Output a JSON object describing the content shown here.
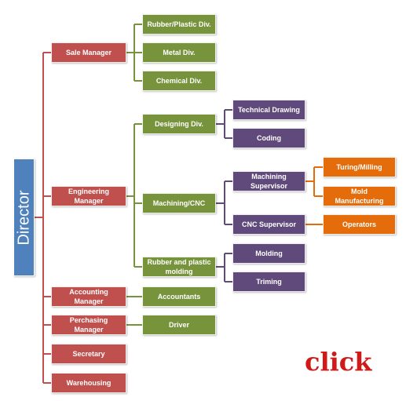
{
  "director": "Director",
  "managers": {
    "sale": "Sale Manager",
    "engineering": "Engineering Manager",
    "accounting": "Accounting Manager",
    "purchasing": "Perchasing Manager",
    "secretary": "Secretary",
    "warehousing": "Warehousing"
  },
  "divisions": {
    "rubber_plastic": "Rubber/Plastic Div.",
    "metal": "Metal Div.",
    "chemical": "Chemical Div.",
    "designing": "Designing Div.",
    "machining_cnc": "Machining/CNC",
    "rubber_and_plastic_molding": "Rubber and plastic molding",
    "accountants": "Accountants",
    "driver": "Driver"
  },
  "teams": {
    "technical_drawing": "Technical Drawing",
    "coding": "Coding",
    "machining_supervisor": "Machining Supervisor",
    "cnc_supervisor": "CNC Supervisor",
    "molding": "Molding",
    "triming": "Triming"
  },
  "operations": {
    "turing_milling": "Turing/Milling",
    "mold_manufacturing": "Mold Manufacturing",
    "operators": "Operators"
  },
  "click_label": "click",
  "colors": {
    "director": "#4f81bd",
    "manager": "#c0504d",
    "division": "#77933c",
    "team": "#604a7b",
    "operation": "#e46c0a",
    "click": "#d01919"
  }
}
